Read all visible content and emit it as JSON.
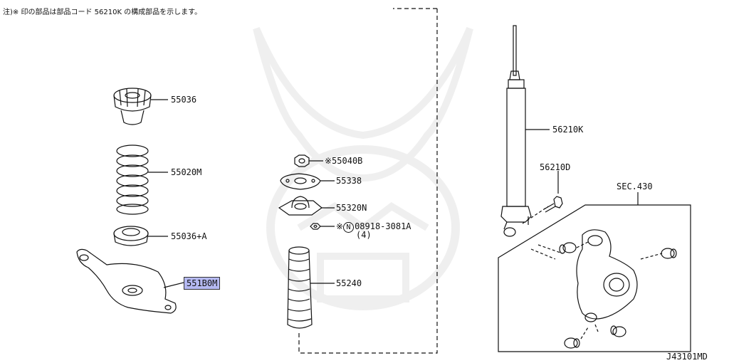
{
  "note": "注)※ 印の部品は部品コード 56210K の構成部品を示します。",
  "callouts": {
    "c55036": "55036",
    "c55020m": "55020M",
    "c55036a": "55036+A",
    "c551b0m": "551B0M",
    "c55040b": "※55040B",
    "c55338": "55338",
    "c55320n": "55320N",
    "c08918_mark": "※",
    "c08918_n": "N",
    "c08918": "08918-3081A",
    "c08918_qty": "(4)",
    "c55240": "55240",
    "c56210k": "56210K",
    "c56210d": "56210D",
    "sec430": "SEC.430"
  },
  "diagram_id": "J43101MD",
  "colors": {
    "highlight": "#b5b9f2",
    "line": "#111111"
  }
}
